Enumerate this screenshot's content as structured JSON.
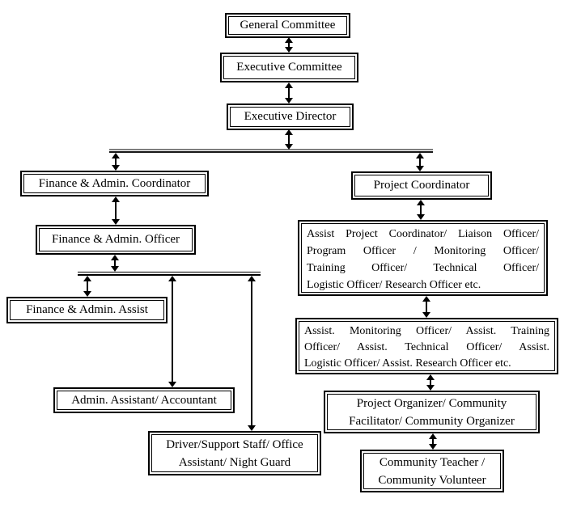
{
  "diagram": {
    "type": "org-chart",
    "colors": {
      "box_border": "#000000",
      "background": "#ffffff",
      "text": "#000000"
    },
    "boxes": {
      "general_committee": {
        "label": "General Committee"
      },
      "executive_committee": {
        "label": "Executive Committee"
      },
      "executive_director": {
        "label": "Executive Director"
      },
      "finance_admin_coordinator": {
        "label": "Finance & Admin. Coordinator"
      },
      "finance_admin_officer": {
        "label": "Finance & Admin. Officer"
      },
      "finance_admin_assist": {
        "label": "Finance & Admin. Assist"
      },
      "admin_assistant_accountant": {
        "label": "Admin. Assistant/ Accountant"
      },
      "driver_support": {
        "lines": [
          "Driver/Support Staff/ Office",
          "Assistant/ Night Guard"
        ]
      },
      "project_coordinator": {
        "label": "Project Coordinator"
      },
      "assist_project_coordinator": {
        "lines": [
          "Assist Project Coordinator/ Liaison Officer/",
          "Program Officer / Monitoring Officer/",
          "Training Officer/ Technical Officer/",
          "Logistic Officer/ Research Officer etc."
        ]
      },
      "assist_officers": {
        "lines": [
          "Assist. Monitoring Officer/ Assist. Training",
          "Officer/ Assist. Technical Officer/ Assist.",
          "Logistic Officer/ Assist. Research Officer etc."
        ]
      },
      "project_organizer": {
        "lines": [
          "Project Organizer/ Community",
          "Facilitator/ Community Organizer"
        ]
      },
      "community_teacher": {
        "lines": [
          "Community Teacher /",
          "Community Volunteer"
        ]
      }
    }
  }
}
